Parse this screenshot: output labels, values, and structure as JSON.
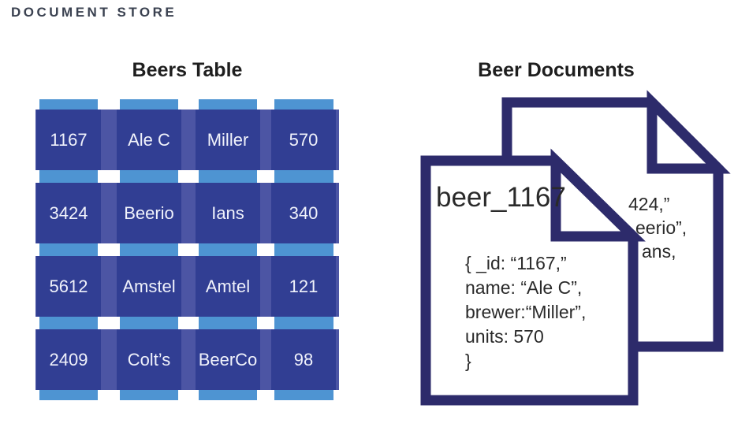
{
  "page": {
    "title": "DOCUMENT STORE"
  },
  "table_section": {
    "heading": "Beers Table",
    "columns": 4,
    "rows": [
      [
        "1167",
        "Ale C",
        "Miller",
        "570"
      ],
      [
        "3424",
        "Beerio",
        "Ians",
        "340"
      ],
      [
        "5612",
        "Amstel",
        "Amtel",
        "121"
      ],
      [
        "2409",
        "Colt’s",
        "BeerCo",
        "98"
      ]
    ],
    "colors": {
      "column_strip": "#4E94D2",
      "row_band": "#4C55A4",
      "cell": "#313E93",
      "cell_text": "#F0F2FB"
    }
  },
  "documents_section": {
    "heading": "Beer Documents",
    "outline_color": "#2D2B6B",
    "front_document": {
      "title": "beer_1167",
      "body_lines": [
        "{ _id: “1167,”",
        "name: “Ale C”,",
        "brewer:“Miller”,",
        "units: 570",
        "}"
      ]
    },
    "back_document": {
      "visible_fragments": [
        "424,”",
        "eerio”,",
        "ans,"
      ]
    }
  }
}
